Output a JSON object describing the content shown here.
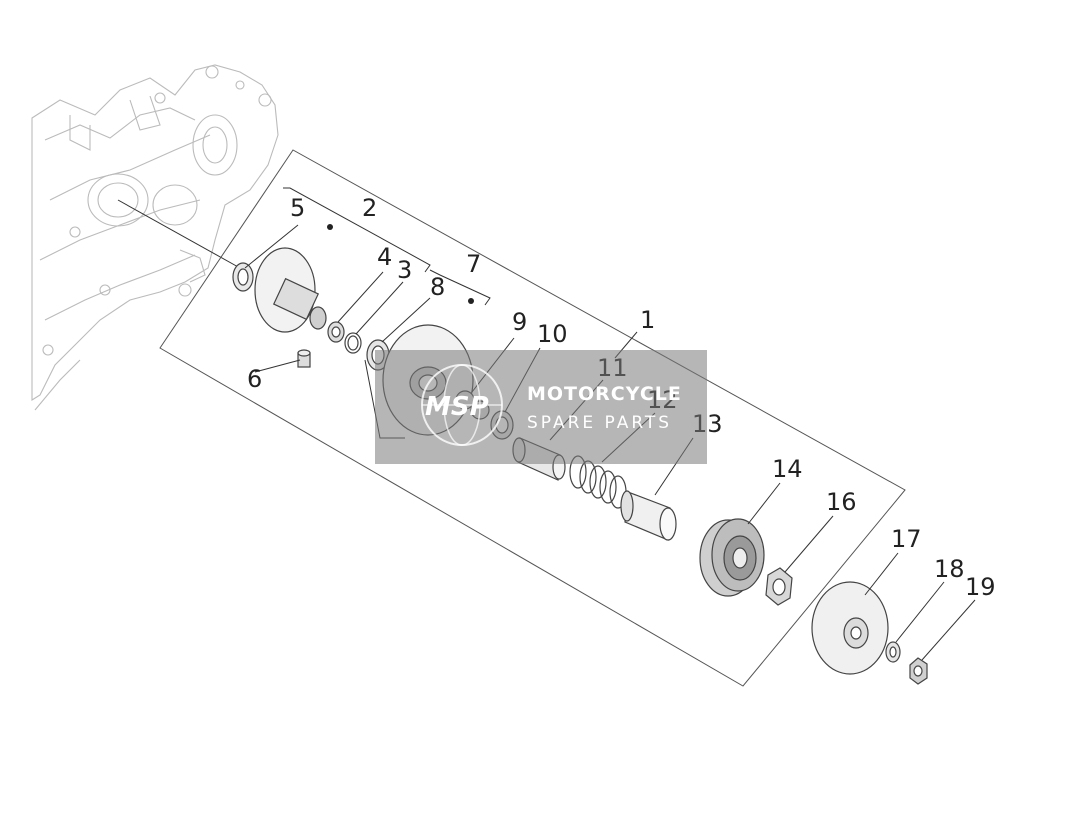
{
  "diagram": {
    "callouts": {
      "c1": "1",
      "c2": "2",
      "c3": "3",
      "c4": "4",
      "c5": "5",
      "c6": "6",
      "c7": "7",
      "c8": "8",
      "c9": "9",
      "c10": "10",
      "c11": "11",
      "c12": "12",
      "c13": "13",
      "c14": "14",
      "c16": "16",
      "c17": "17",
      "c18": "18",
      "c19": "19"
    }
  },
  "watermark": {
    "logo": "MSP",
    "line1": "MOTORCYCLE",
    "line2": "SPARE PARTS"
  }
}
